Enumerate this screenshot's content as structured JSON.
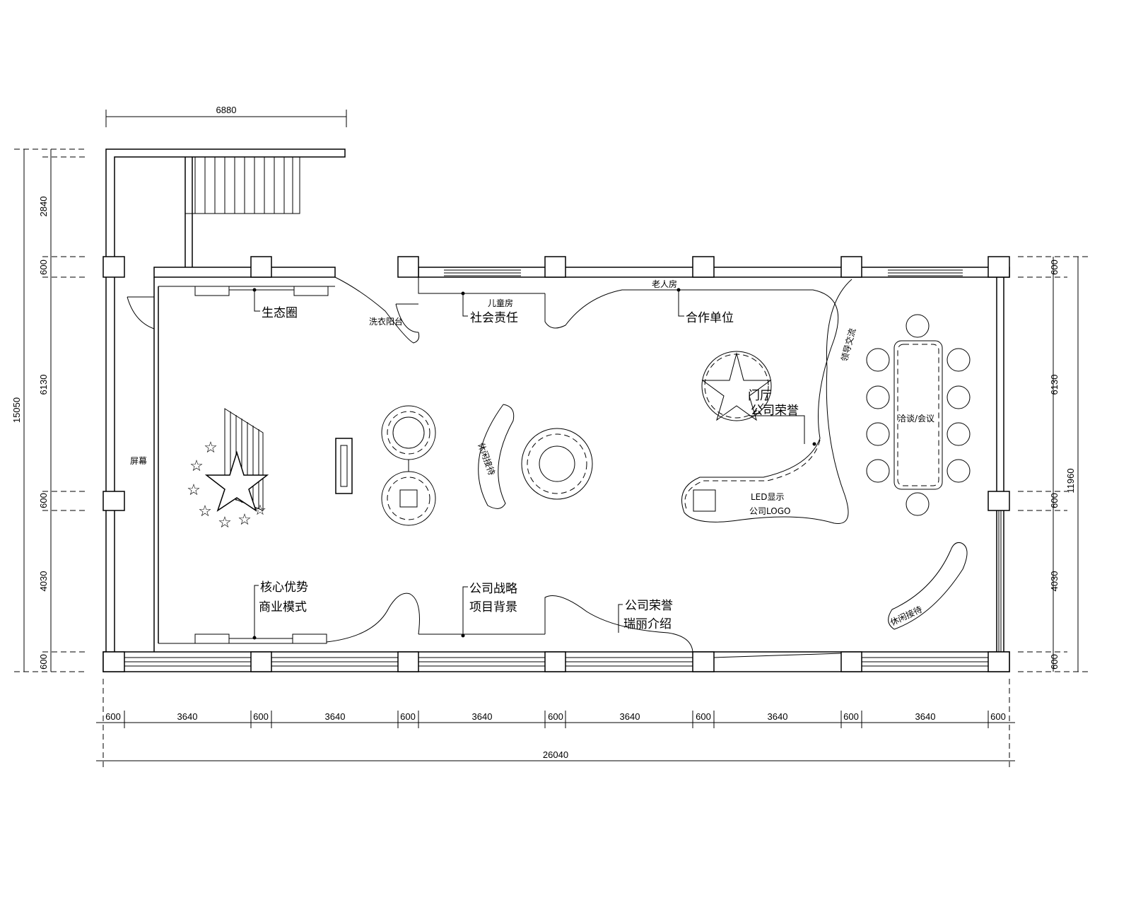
{
  "rooms": {
    "ecology": "生态圈",
    "laundry_balcony": "洗衣阳台",
    "kids_room": "儿童房",
    "social_responsibility": "社会责任",
    "elder_room": "老人房",
    "partners": "合作单位",
    "lobby": "门厅",
    "honor_top": "公司荣誉",
    "leader_exchange": "领导交流",
    "meeting": "洽谈/会议",
    "led_display": "LED显示",
    "company_logo": "公司LOGO",
    "screen": "屏幕",
    "lounge_center": "休闲接待",
    "lounge_right": "休闲接待",
    "core_advantage": "核心优势",
    "business_model": "商业模式",
    "strategy": "公司战略",
    "project_background": "项目背景",
    "honor_bottom": "公司荣誉",
    "ruili_intro": "瑞丽介绍"
  },
  "dimensions": {
    "top": "6880",
    "left_total": "15050",
    "left_chain": [
      "2840",
      "600",
      "6130",
      "600",
      "4030",
      "600"
    ],
    "right_total": "11960",
    "right_chain": [
      "600",
      "6130",
      "600",
      "4030",
      "600"
    ],
    "bottom_chain": [
      "600",
      "3640",
      "600",
      "3640",
      "600",
      "3640",
      "600",
      "3640",
      "600",
      "3640",
      "600",
      "3640",
      "600"
    ],
    "bottom_total": "26040"
  }
}
